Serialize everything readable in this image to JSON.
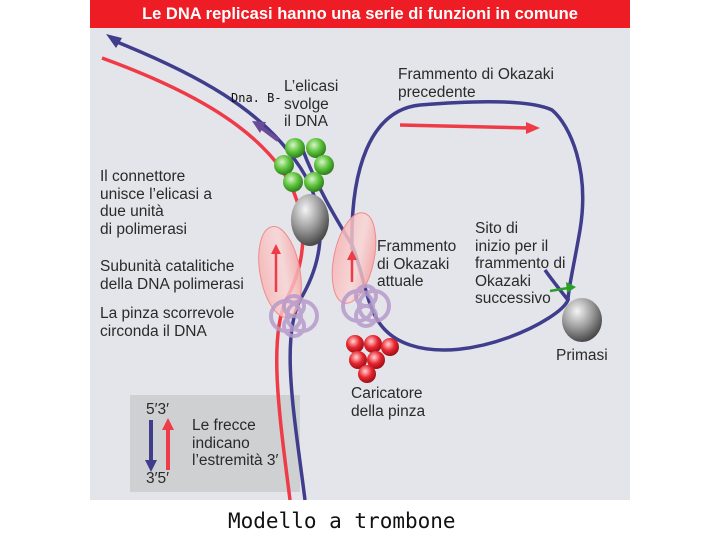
{
  "title": "Le DNA replicasi hanno una serie di funzioni in comune",
  "labels": {
    "helicase": "L’elicasi\nsvolge\nil DNA",
    "previous_fragment": "Frammento di Okazaki\nprecedente",
    "connector": "Il connettore\nunisce l’elicasi a\ndue unità\ndi polimerasi",
    "catalytic": "Subunità catalitiche\ndella DNA polimerasi",
    "clamp": "La pinza scorrevole\ncirconda il DNA",
    "current_fragment": "Frammento\ndi Okazaki\nattuale",
    "start_site": "Sito di\ninizio per il\nframmento di\nOkazaki\nsuccessivo",
    "primase": "Primasi",
    "clamp_loader": "Caricatore\ndella pinza"
  },
  "legend": {
    "top": "5′3′",
    "text": "Le frecce\nindicano\nl’estremità 3′",
    "bottom": "3′5′"
  },
  "dnab_label": "Dna. B-",
  "caption": "Modello a trombone",
  "colors": {
    "title_bar": "#ee1c25",
    "panel_bg": "#e4e5ea",
    "template_strand": "#3f3d8c",
    "new_strand": "#ee3b47",
    "helicase": "#5bbf3a",
    "clamp_loader": "#e8202c",
    "polymerase": "#f6b3b3",
    "primase_arrow": "#2aa02a",
    "legend_bg": "#cfd0d2"
  }
}
